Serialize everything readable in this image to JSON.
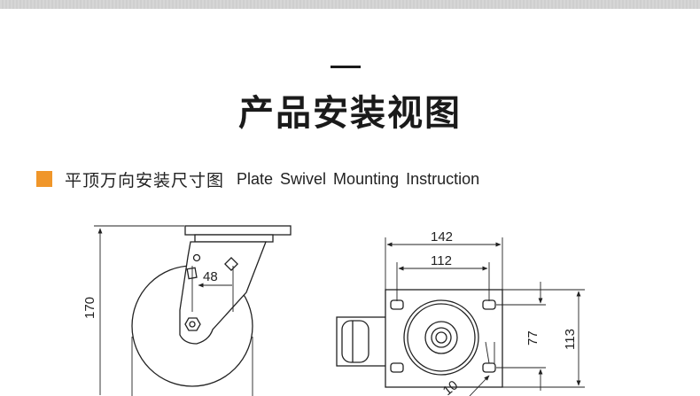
{
  "page_title": "产品安装视图",
  "section": {
    "title_cn": "平顶万向安装尺寸图",
    "title_en": "Plate Swivel Mounting Instruction",
    "marker_color": "#f0962a"
  },
  "side_view": {
    "height_label": "170",
    "offset_label": "48"
  },
  "top_view": {
    "outer_width_label": "142",
    "inner_width_label": "112",
    "inner_height_label": "77",
    "outer_height_label": "113",
    "hole_label": "10"
  }
}
